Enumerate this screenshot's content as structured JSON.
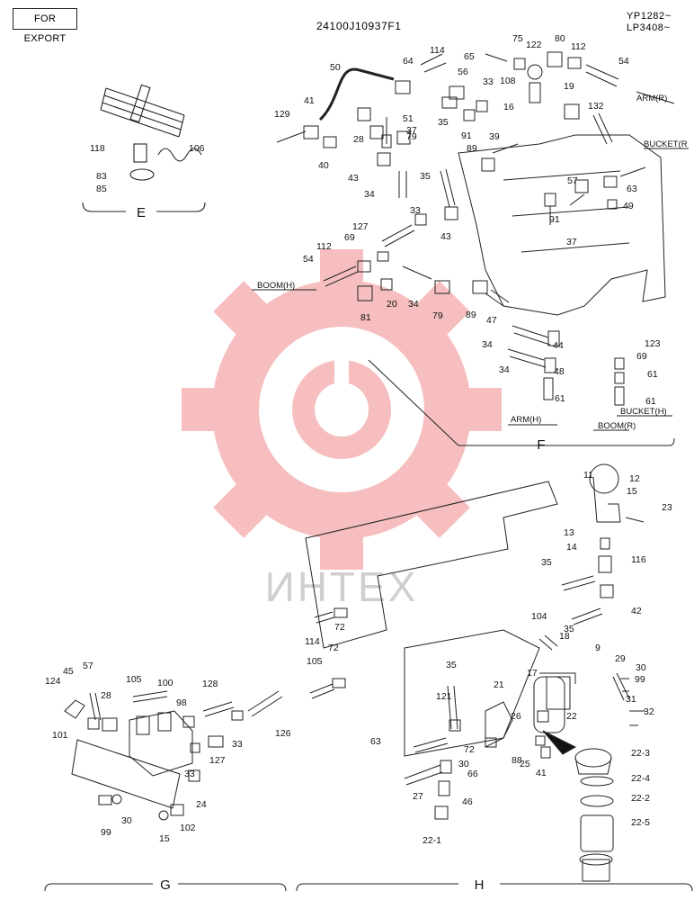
{
  "header": {
    "export_label": "FOR EXPORT",
    "drawing_code": "24100J10937F1",
    "serial_1": "YP1282~",
    "serial_2": "LP3408~"
  },
  "watermark": {
    "text": "ИНТЕХ",
    "logo_color": "#f08a8a"
  },
  "sections": {
    "e": "E",
    "f": "F",
    "g": "G",
    "h": "H"
  },
  "line_tags": {
    "arm_r": "ARM(R)",
    "bucket_r": "BUCKET(R",
    "boom_h": "BOOM(H)",
    "arm_h": "ARM(H)",
    "boom_r": "BOOM(R)",
    "bucket_h": "BUCKET(H)"
  },
  "callouts": {
    "e": [
      "118",
      "106",
      "83",
      "85"
    ],
    "f": [
      "129",
      "41",
      "50",
      "64",
      "114",
      "65",
      "75",
      "122",
      "80",
      "112",
      "54",
      "56",
      "33",
      "108",
      "16",
      "19",
      "132",
      "51",
      "28",
      "37",
      "35",
      "91",
      "89",
      "39",
      "79",
      "40",
      "43",
      "34",
      "35",
      "127",
      "33",
      "43",
      "112",
      "69",
      "54",
      "20",
      "81",
      "34",
      "79",
      "89",
      "47",
      "57",
      "63",
      "49",
      "91",
      "37",
      "34",
      "44",
      "34",
      "48",
      "61",
      "123",
      "69",
      "61",
      "61"
    ],
    "g": [
      "124",
      "45",
      "57",
      "28",
      "105",
      "100",
      "98",
      "128",
      "33",
      "126",
      "101",
      "127",
      "33",
      "24",
      "99",
      "30",
      "15",
      "102"
    ],
    "h": [
      "11",
      "12",
      "15",
      "23",
      "13",
      "14",
      "35",
      "116",
      "42",
      "35",
      "104",
      "18",
      "9",
      "29",
      "30",
      "99",
      "31",
      "32",
      "114",
      "72",
      "72",
      "105",
      "35",
      "17",
      "121",
      "21",
      "22",
      "63",
      "26",
      "72",
      "88",
      "30",
      "25",
      "41",
      "66",
      "27",
      "46",
      "22-1",
      "22-3",
      "22-4",
      "22-2",
      "22-5"
    ]
  }
}
